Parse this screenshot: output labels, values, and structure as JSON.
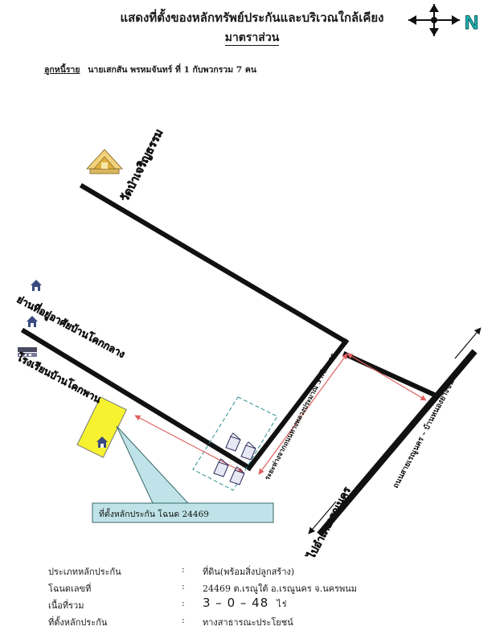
{
  "header": {
    "title": "แสดงที่ตั้งของหลักทรัพย์ประกันและบริเวณใกล้เคียง",
    "subtitle": "มาตราส่วน",
    "borrower_label": "ลูกหนี้ราย",
    "borrower_value": "นายเสกสัน  พรหมจันทร์  ที่ 1 กับพวกรวม 7 คน"
  },
  "compass": {
    "letter": "N",
    "letter_color": "#1fb8b8"
  },
  "map": {
    "labels": {
      "temple": "วัดป่าเจริญธรรม",
      "community": "ย่านที่อยู่อาศัยบ้านโคกกลาง",
      "school": "โรงเรียนบ้านโคกพาน",
      "distance_road": "ระยะห่างจากถนนทางหลวงประมาณ 3 กิโลเมตร",
      "highway": "ถนนสายเรณูนคร – บ้านหนองย่างชิ้น",
      "to_renu": "ไปอำเภอเรณูนคร",
      "callout": "ที่ตั้งหลักประกัน  โฉนด 24469"
    },
    "icons": [
      "temple-icon",
      "house-icon",
      "school-icon",
      "plot-house-icon"
    ],
    "colors": {
      "plot": "#f7f230",
      "callout": "#bfe3e8",
      "dimension": "#e06060",
      "road": "#111111"
    }
  },
  "details": {
    "rows": [
      {
        "key": "ประเภทหลักประกัน",
        "colon": ":",
        "value": "ที่ดิน(พร้อมสิ่งปลูกสร้าง)"
      },
      {
        "key": "โฉนดเลขที่",
        "colon": ":",
        "value": "24469  ต.เรณูใต้  อ.เรณูนคร  จ.นครพนม"
      },
      {
        "key": "เนื้อที่รวม",
        "colon": ":",
        "value": "3 – 0 – 48",
        "unit": "ไร่"
      },
      {
        "key": "ที่ตั้งหลักประกัน",
        "colon": ":",
        "value": "ทางสาธารณะประโยชน์"
      }
    ]
  }
}
